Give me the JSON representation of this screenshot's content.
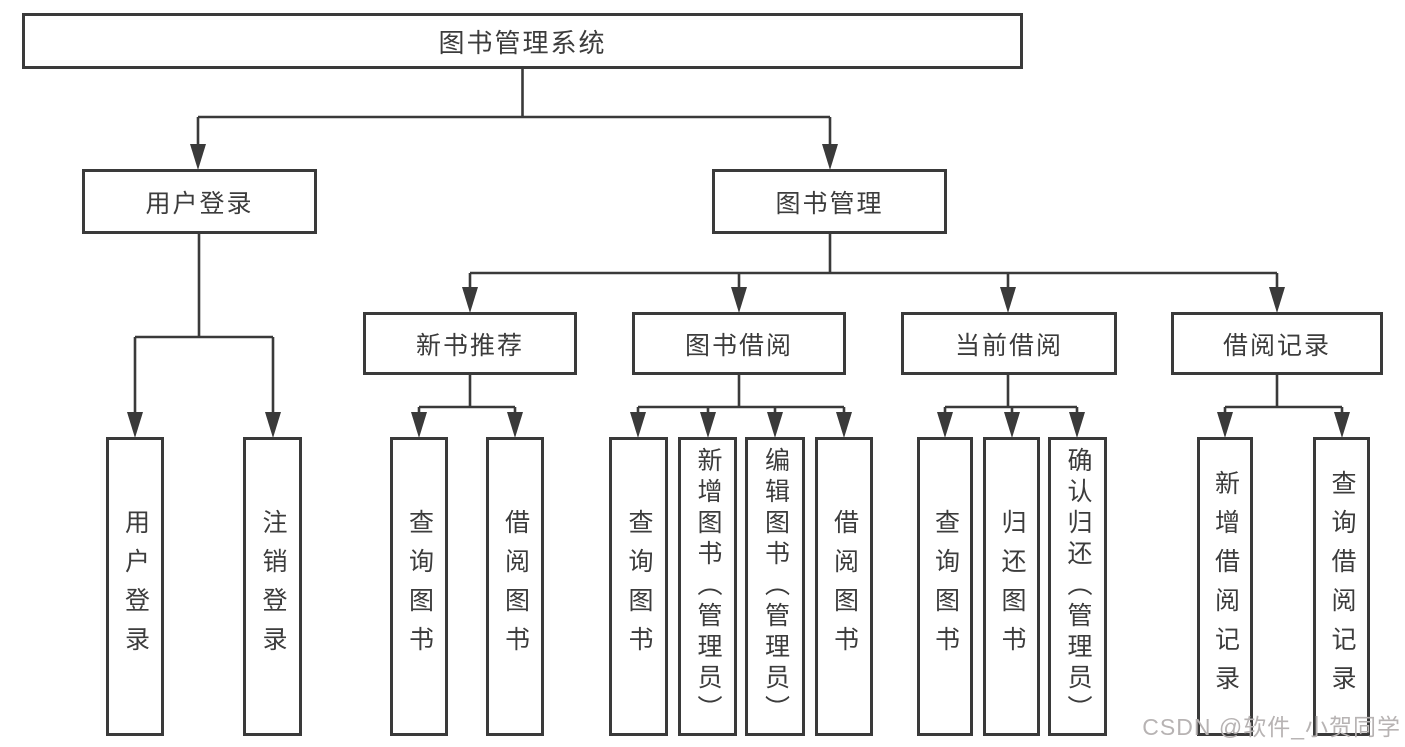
{
  "tree": {
    "label": "图书管理系统",
    "children": [
      {
        "label": "用户登录",
        "children": [
          {
            "label": "用户登录"
          },
          {
            "label": "注销登录"
          }
        ]
      },
      {
        "label": "图书管理",
        "children": [
          {
            "label": "新书推荐",
            "children": [
              {
                "label": "查询图书"
              },
              {
                "label": "借阅图书"
              }
            ]
          },
          {
            "label": "图书借阅",
            "children": [
              {
                "label": "查询图书"
              },
              {
                "label": "新增图书（管理员）"
              },
              {
                "label": "编辑图书（管理员）"
              },
              {
                "label": "借阅图书"
              }
            ]
          },
          {
            "label": "当前借阅",
            "children": [
              {
                "label": "查询图书"
              },
              {
                "label": "归还图书"
              },
              {
                "label": "确认归还（管理员）"
              }
            ]
          },
          {
            "label": "借阅记录",
            "children": [
              {
                "label": "新增借阅记录"
              },
              {
                "label": "查询借阅记录"
              }
            ]
          }
        ]
      }
    ]
  },
  "watermark": {
    "text": "CSDN @软件_小贺同学"
  },
  "colors": {
    "line": "#3A3A3A",
    "box_border": "#3A3A3A",
    "text": "#3C3C3C",
    "watermark": "#B7B3B3",
    "background": "#FFFFFF"
  }
}
